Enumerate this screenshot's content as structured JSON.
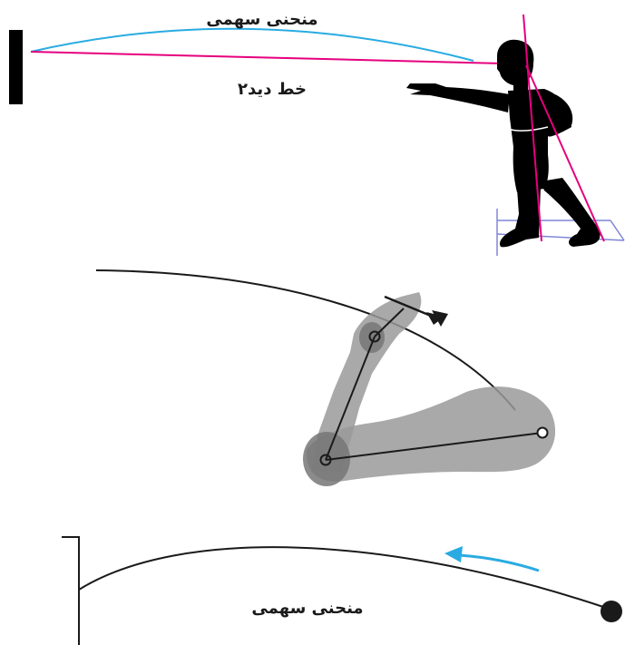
{
  "panel_top": {
    "curve_label": "منحنی سهمی",
    "sightline_label": "خط دید۲",
    "colors": {
      "parabola": "#29abe2",
      "sightline": "#e6007e",
      "body_axis": "#e6007e",
      "stance_box": "#7f86d6",
      "silhouette": "#000000",
      "target": "#000000"
    }
  },
  "panel_middle": {
    "colors": {
      "trajectory": "#1a1a1a",
      "arm_shading": "#9a9a9a",
      "joint_shading": "#777777",
      "bones": "#1a1a1a",
      "dart": "#1a1a1a"
    }
  },
  "panel_bottom": {
    "curve_label": "منحنی سهمی",
    "colors": {
      "trajectory": "#1a1a1a",
      "direction_arrow": "#29abe2",
      "target_board": "#1a1a1a"
    }
  }
}
